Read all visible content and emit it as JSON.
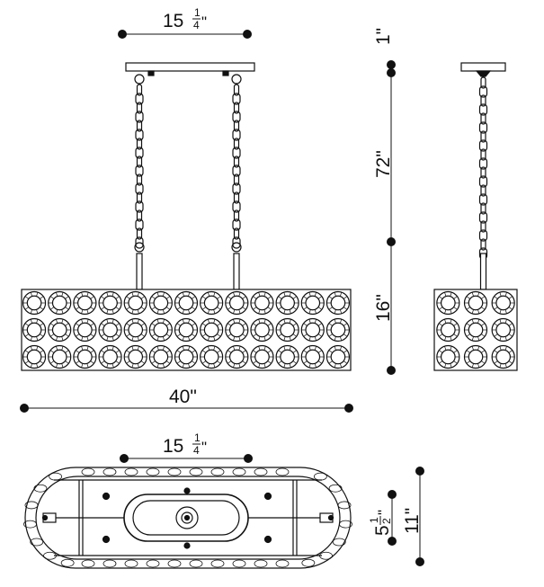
{
  "dimensions": {
    "canopy_width": {
      "whole": "15",
      "num": "1",
      "den": "4",
      "unit": "\""
    },
    "canopy_height": "1\"",
    "chain_length": "72\"",
    "body_height": "16\"",
    "overall_length": "40\"",
    "bottom_canopy_width": {
      "whole": "15",
      "num": "1",
      "den": "4",
      "unit": "\""
    },
    "inner_depth": {
      "whole": "5",
      "num": "1",
      "den": "2",
      "unit": "\""
    },
    "overall_depth": "11\""
  },
  "colors": {
    "line": "#111111",
    "background": "#ffffff"
  }
}
